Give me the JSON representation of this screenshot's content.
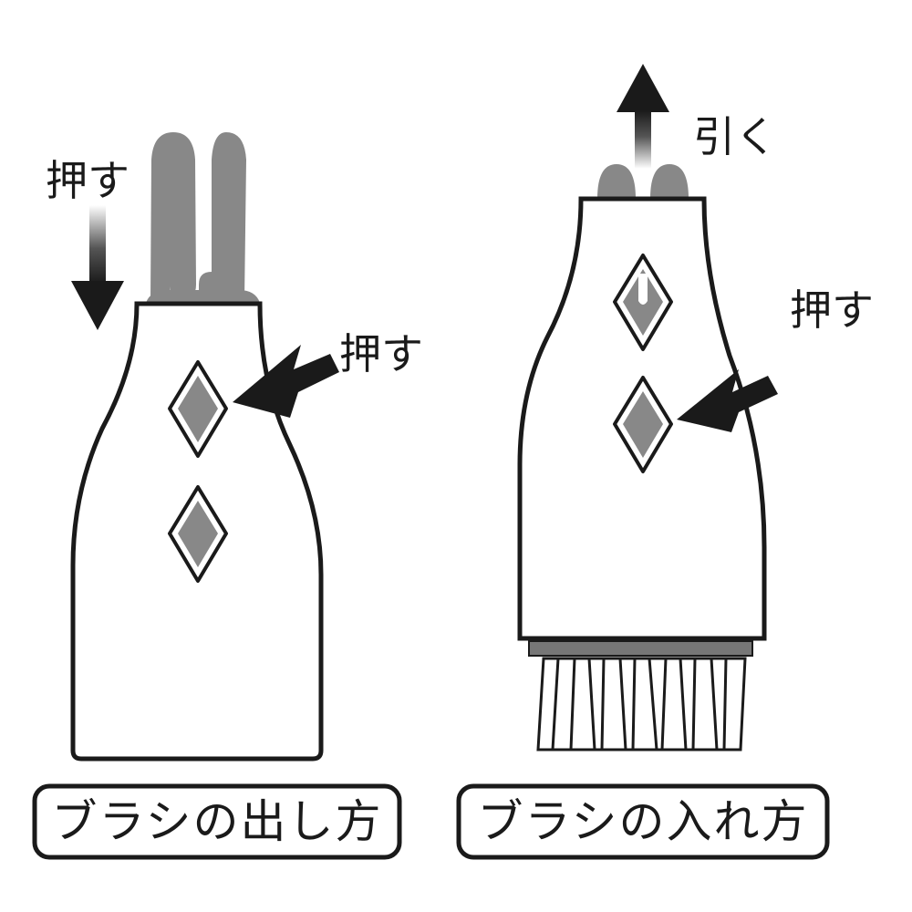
{
  "left_panel": {
    "caption": "ブラシの出し方",
    "push_top_label": "押す",
    "push_side_label": "押す"
  },
  "right_panel": {
    "caption": "ブラシの入れ方",
    "pull_label": "引く",
    "push_side_label": "押す"
  },
  "colors": {
    "outline": "#1a1a1a",
    "button_fill": "#888888",
    "brush_fill": "#888888",
    "arrow": "#1a1a1a"
  }
}
